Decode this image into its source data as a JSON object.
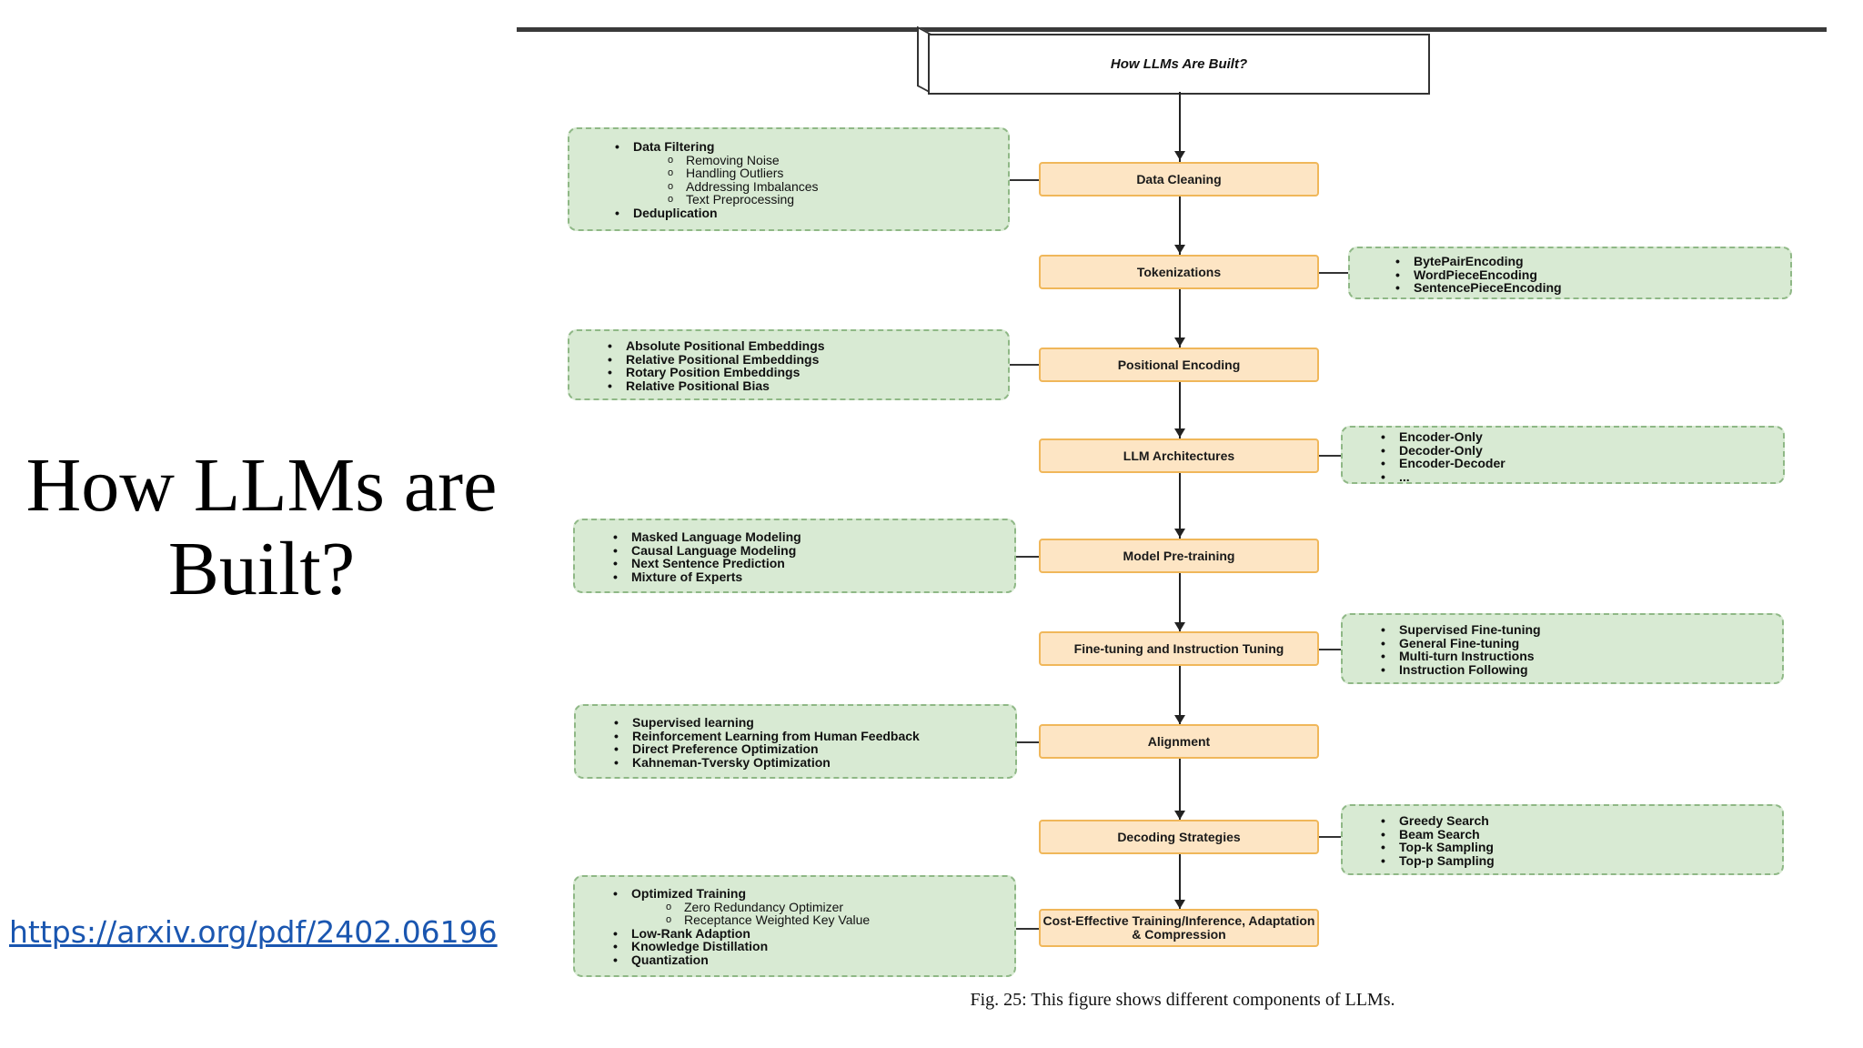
{
  "slide": {
    "title": "How LLMs are Built?",
    "link": "https://arxiv.org/pdf/2402.06196"
  },
  "figure": {
    "title": "How LLMs Are Built?",
    "caption": "Fig. 25: This figure shows different components of LLMs.",
    "steps": [
      "Data Cleaning",
      "Tokenizations",
      "Positional Encoding",
      "LLM Architectures",
      "Model Pre-training",
      "Fine-tuning and Instruction Tuning",
      "Alignment",
      "Decoding Strategies",
      "Cost-Effective Training/Inference, Adaptation & Compression"
    ],
    "data_cleaning": {
      "filtering": "Data Filtering",
      "filtering_items": [
        "Removing Noise",
        "Handling Outliers",
        "Addressing Imbalances",
        "Text Preprocessing"
      ],
      "dedup": "Deduplication"
    },
    "tokenizations": [
      "BytePairEncoding",
      "WordPieceEncoding",
      "SentencePieceEncoding"
    ],
    "positional": [
      "Absolute Positional Embeddings",
      "Relative Positional Embeddings",
      "Rotary Position Embeddings",
      "Relative Positional Bias"
    ],
    "architectures": [
      "Encoder-Only",
      "Decoder-Only",
      "Encoder-Decoder",
      "..."
    ],
    "pretraining": [
      "Masked Language Modeling",
      "Causal Language Modeling",
      "Next Sentence Prediction",
      "Mixture of Experts"
    ],
    "finetuning": [
      "Supervised Fine-tuning",
      "General Fine-tuning",
      "Multi-turn Instructions",
      "Instruction Following"
    ],
    "alignment": [
      "Supervised learning",
      "Reinforcement Learning from Human Feedback",
      "Direct Preference Optimization",
      "Kahneman-Tversky Optimization"
    ],
    "decoding": [
      "Greedy Search",
      "Beam Search",
      "Top-k Sampling",
      "Top-p Sampling"
    ],
    "cost_effective": {
      "optimized": "Optimized Training",
      "optimized_items": [
        "Zero Redundancy Optimizer",
        "Receptance Weighted Key Value"
      ],
      "others": [
        "Low-Rank Adaption",
        "Knowledge Distillation",
        "Quantization"
      ]
    }
  },
  "colors": {
    "step_fill": "#fde5c4",
    "step_border": "#f0b75a",
    "group_fill": "#d8ead3",
    "group_border": "#8fb886",
    "link": "#1a56b0"
  }
}
